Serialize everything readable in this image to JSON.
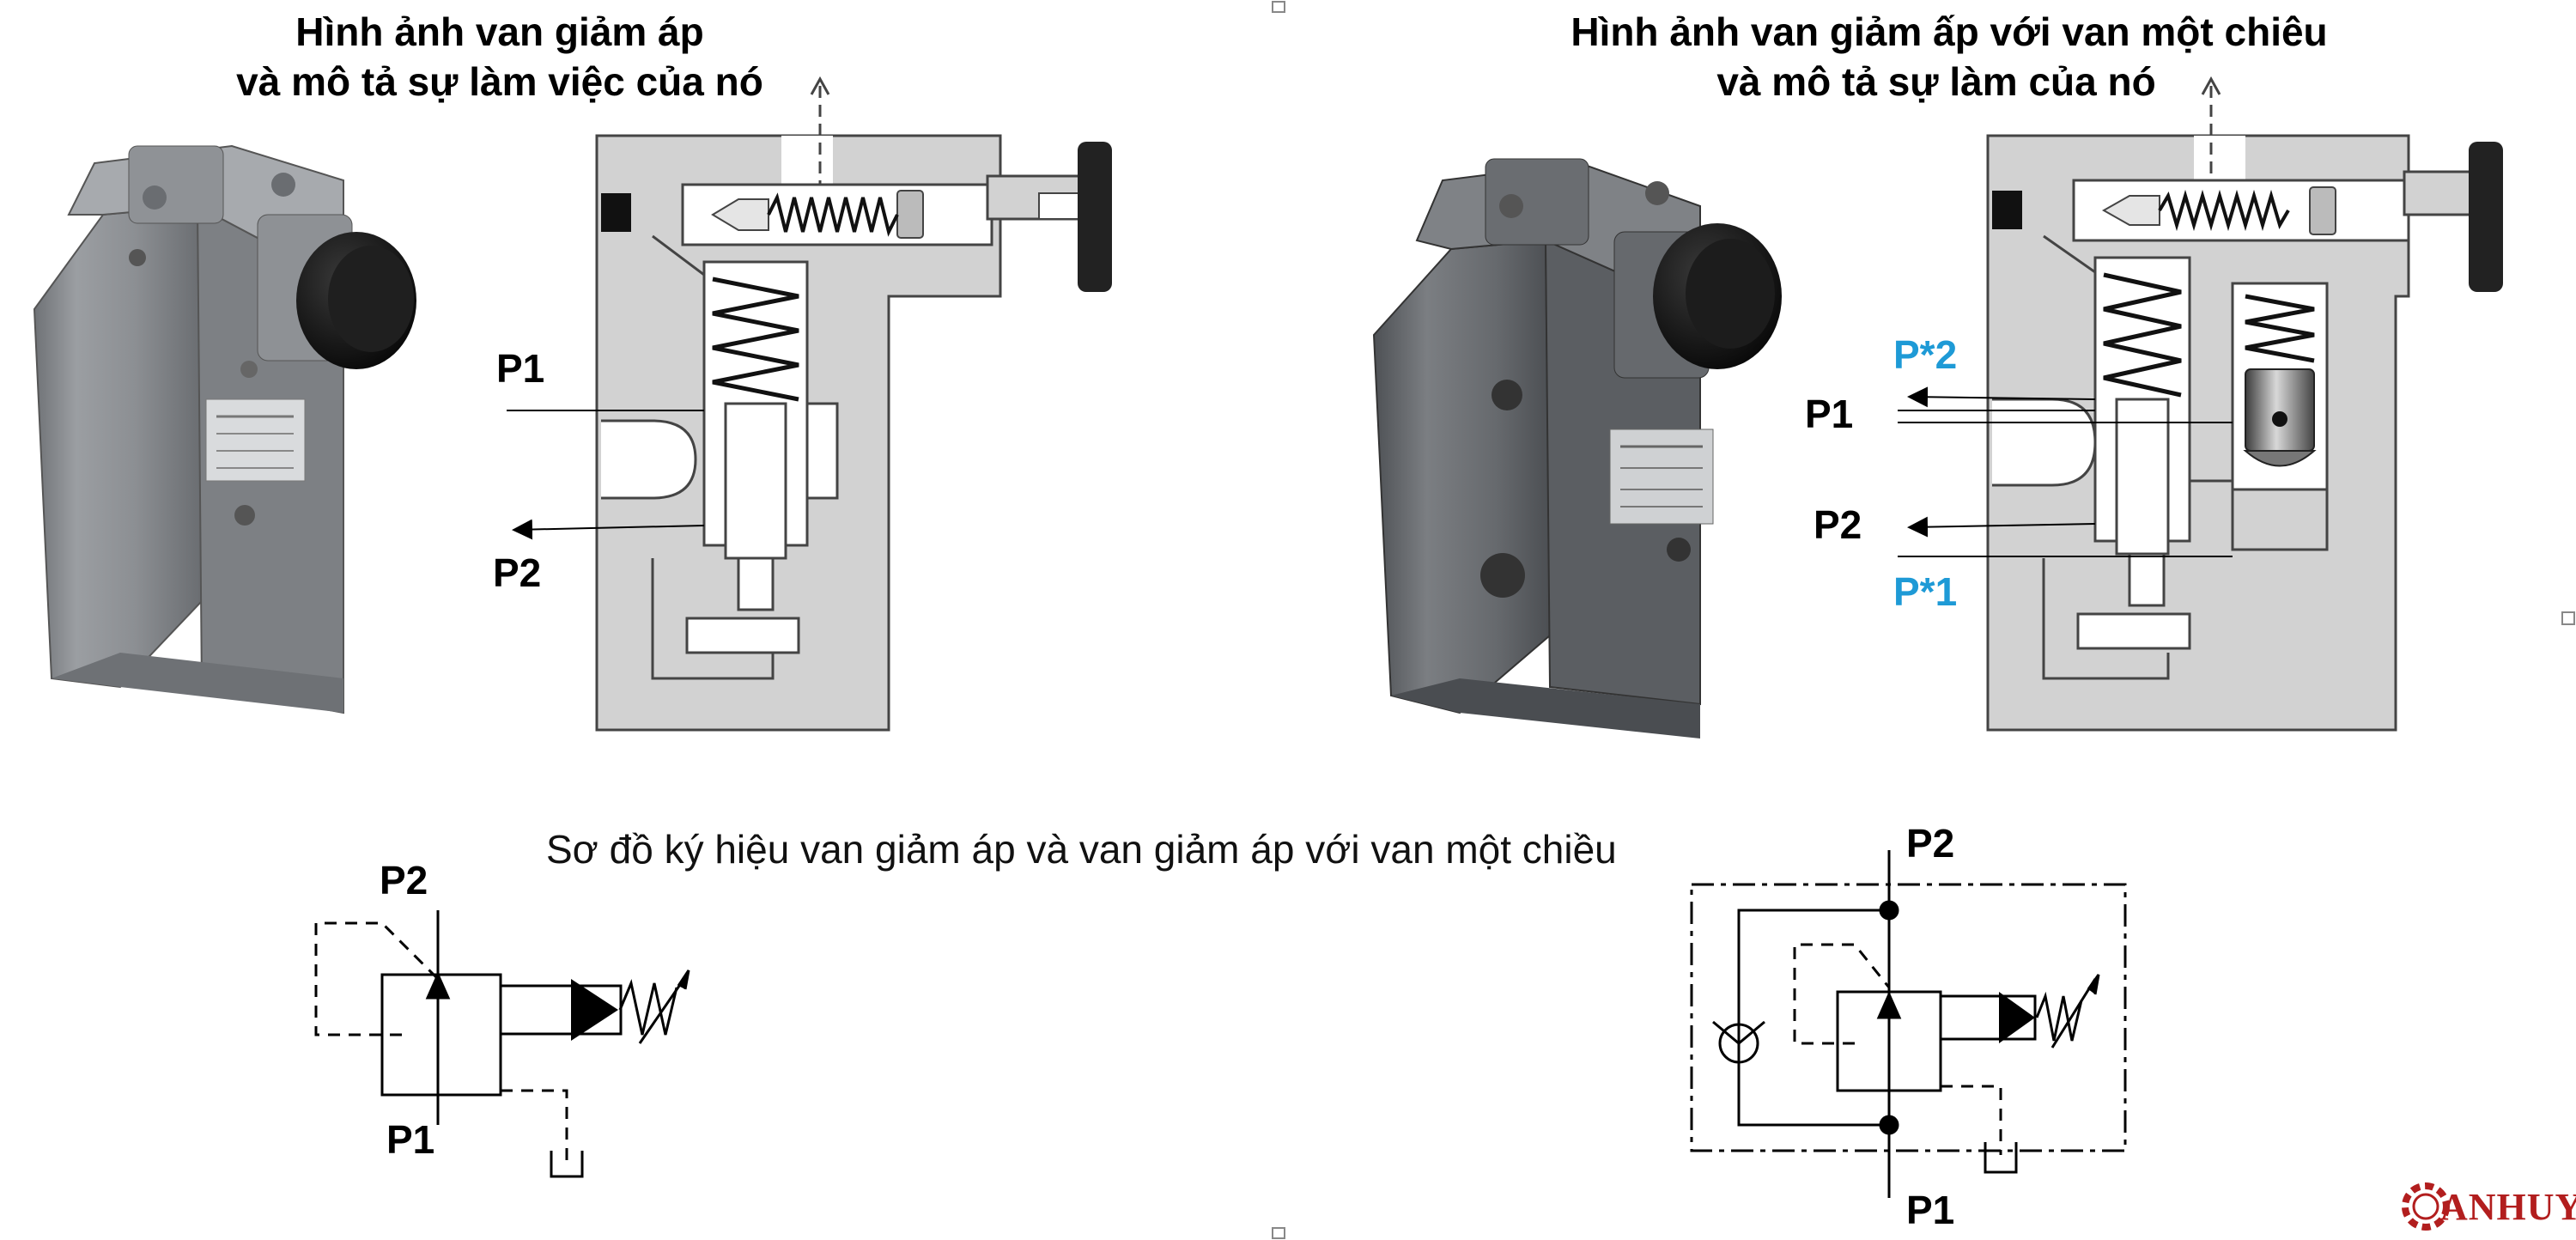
{
  "titles": {
    "left_line1": "Hình ảnh van giảm áp",
    "left_line2": "và mô tả sự làm việc của nó",
    "right_line1": "Hình ảnh van giảm ấp với van một chiêu",
    "right_line2": "và mô tả sự làm của nó"
  },
  "caption": "Sơ đồ ký hiệu van giảm áp và van giảm áp với van một chiều",
  "ports": {
    "left_section_p1": "P1",
    "left_section_p2": "P2",
    "right_section_p1": "P1",
    "right_section_p2": "P2",
    "right_section_pstar2": "P*2",
    "right_section_pstar1": "P*1",
    "symbol_left_p2": "P2",
    "symbol_left_p1": "P1",
    "symbol_right_p2": "P2",
    "symbol_right_p1": "P1"
  },
  "logo": {
    "text": "ANHUY"
  },
  "colors": {
    "section_fill": "#d2d2d2",
    "body_gray": "#8a8d90",
    "knob_black": "#141414",
    "port_blue": "#1e9ad6",
    "logo_red": "#b21e1e"
  }
}
